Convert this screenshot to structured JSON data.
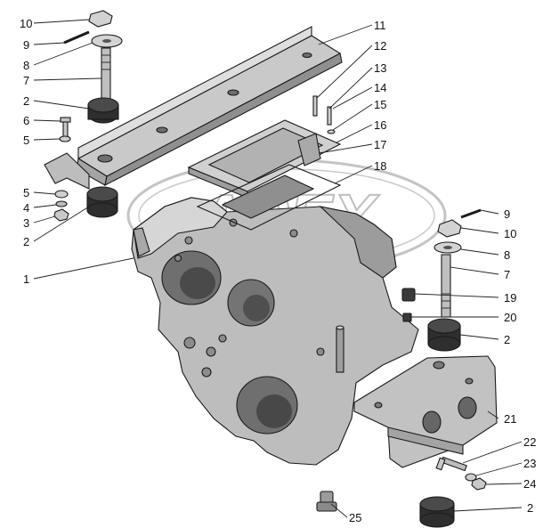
{
  "watermark": {
    "text": "APEX"
  },
  "colors": {
    "metal": "#b9b9b9",
    "metal_dark": "#7d7d7d",
    "metal_light": "#dcdcdc",
    "rubber": "#2a2a2a",
    "line": "#1a1a1a"
  },
  "callouts": [
    {
      "id": "c10a",
      "text": "10"
    },
    {
      "id": "c9a",
      "text": "9"
    },
    {
      "id": "c8a",
      "text": "8"
    },
    {
      "id": "c7a",
      "text": "7"
    },
    {
      "id": "c2a",
      "text": "2"
    },
    {
      "id": "c6",
      "text": "6"
    },
    {
      "id": "c5a",
      "text": "5"
    },
    {
      "id": "c5b",
      "text": "5"
    },
    {
      "id": "c4",
      "text": "4"
    },
    {
      "id": "c3",
      "text": "3"
    },
    {
      "id": "c2b",
      "text": "2"
    },
    {
      "id": "c1",
      "text": "1"
    },
    {
      "id": "c11",
      "text": "11"
    },
    {
      "id": "c12",
      "text": "12"
    },
    {
      "id": "c13",
      "text": "13"
    },
    {
      "id": "c14",
      "text": "14"
    },
    {
      "id": "c15",
      "text": "15"
    },
    {
      "id": "c16",
      "text": "16"
    },
    {
      "id": "c17",
      "text": "17"
    },
    {
      "id": "c18",
      "text": "18"
    },
    {
      "id": "c9b",
      "text": "9"
    },
    {
      "id": "c10b",
      "text": "10"
    },
    {
      "id": "c8b",
      "text": "8"
    },
    {
      "id": "c7b",
      "text": "7"
    },
    {
      "id": "c19",
      "text": "19"
    },
    {
      "id": "c20",
      "text": "20"
    },
    {
      "id": "c2c",
      "text": "2"
    },
    {
      "id": "c21",
      "text": "21"
    },
    {
      "id": "c22",
      "text": "22"
    },
    {
      "id": "c23",
      "text": "23"
    },
    {
      "id": "c24",
      "text": "24"
    },
    {
      "id": "c2d",
      "text": "2"
    },
    {
      "id": "c25",
      "text": "25"
    }
  ]
}
